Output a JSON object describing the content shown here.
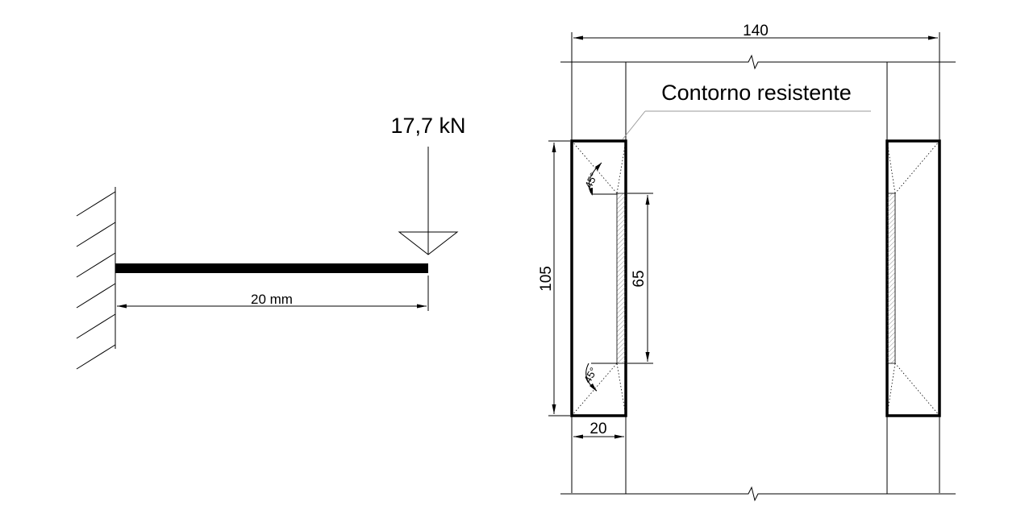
{
  "left_figure": {
    "load_label": "17,7 kN",
    "span_label": "20 mm"
  },
  "right_figure": {
    "width_label": "140",
    "height_label": "105",
    "weld_length_label": "65",
    "base_width_label": "20",
    "contour_label": "Contorno resistente",
    "angle_top_label": "45°",
    "angle_bottom_label": "45°"
  }
}
